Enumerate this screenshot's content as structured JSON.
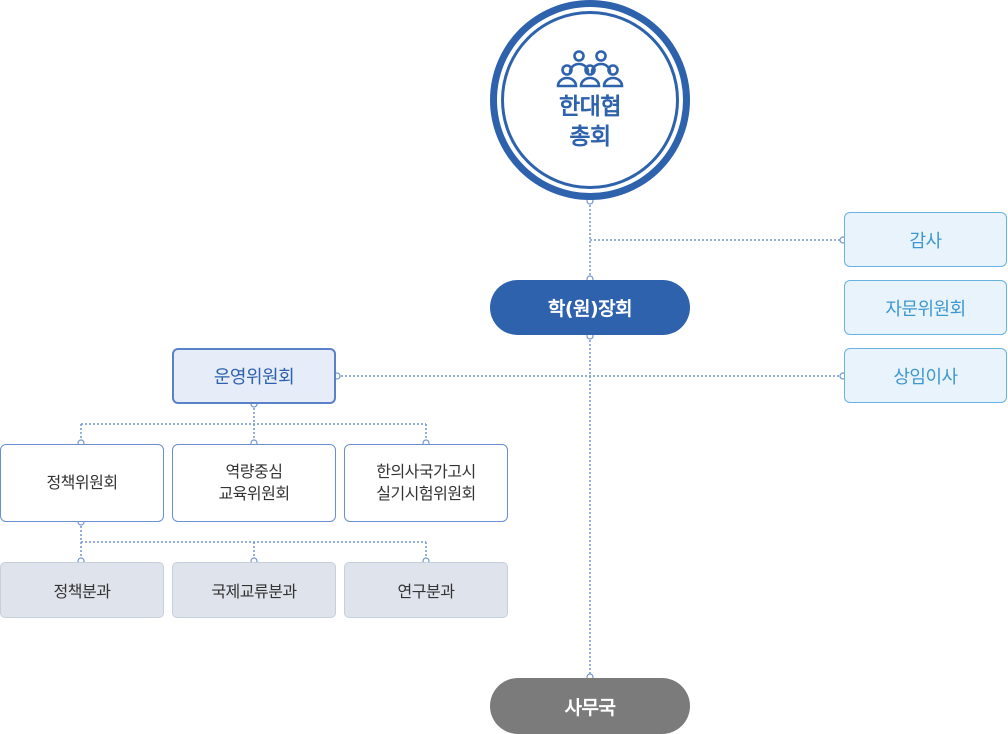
{
  "general_assembly": {
    "line1": "한대협",
    "line2": "총회",
    "icon": "people-group-icon"
  },
  "president": {
    "label": "학(원)장회"
  },
  "secretariat": {
    "label": "사무국"
  },
  "side_boxes": {
    "audit": "감사",
    "advisory": "자문위원회",
    "standing_directors": "상임이사"
  },
  "operations": {
    "label": "운영위원회"
  },
  "committees": [
    {
      "line1": "정책위원회",
      "line2": ""
    },
    {
      "line1": "역량중심",
      "line2": "교육위원회"
    },
    {
      "line1": "한의사국가고시",
      "line2": "실기시험위원회"
    }
  ],
  "divisions": [
    {
      "label": "정책분과"
    },
    {
      "label": "국제교류분과"
    },
    {
      "label": "연구분과"
    }
  ],
  "colors": {
    "primary": "#2e62ad",
    "side_border": "#66b4df",
    "side_text": "#3d98cf",
    "secretariat": "#7b7b7b",
    "division_bg": "#dfe4ec"
  }
}
